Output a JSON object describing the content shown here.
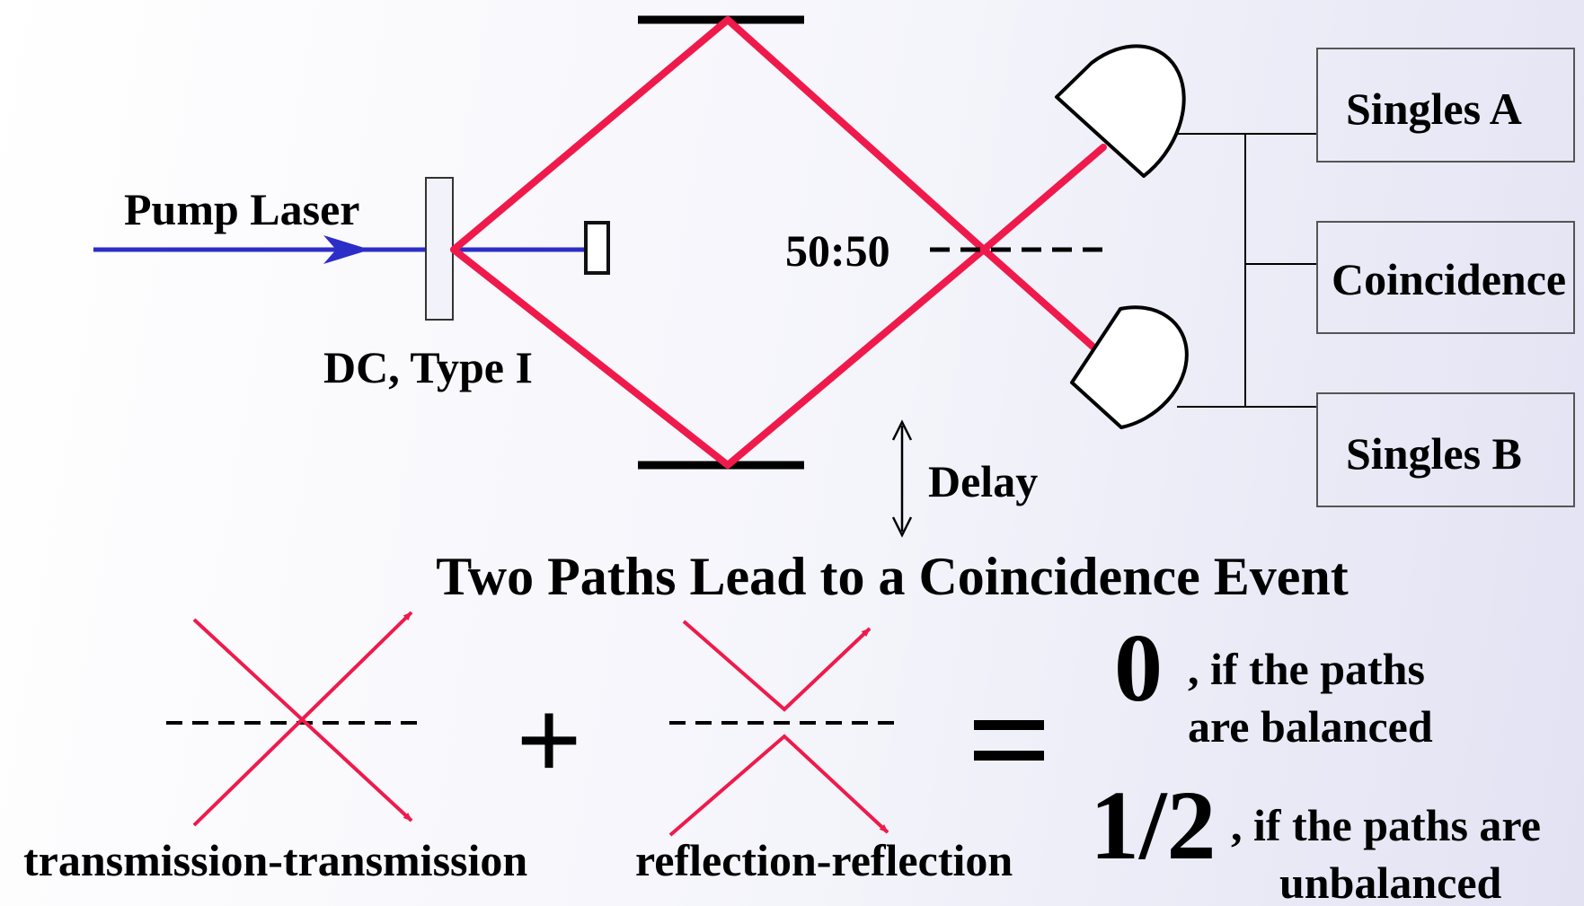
{
  "labels": {
    "pump_laser": "Pump Laser",
    "crystal": "DC, Type I",
    "beamsplitter": "50:50",
    "delay": "Delay",
    "singles_a": "Singles A",
    "coincidence": "Coincidence",
    "singles_b": "Singles B"
  },
  "bottom": {
    "title": "Two Paths Lead to a Coincidence Event",
    "tt_label": "transmission-transmission",
    "rr_label": "reflection-reflection",
    "plus": "+",
    "equals": "=",
    "result_zero": "0",
    "result_zero_text_1": ", if the paths",
    "result_zero_text_2": "are balanced",
    "result_half": "1/2",
    "result_half_text_1": ", if the paths are",
    "result_half_text_2": "unbalanced"
  },
  "colors": {
    "beam_red": "#ef1a4b",
    "pump_blue": "#2d2dc8",
    "ink": "#000000"
  }
}
